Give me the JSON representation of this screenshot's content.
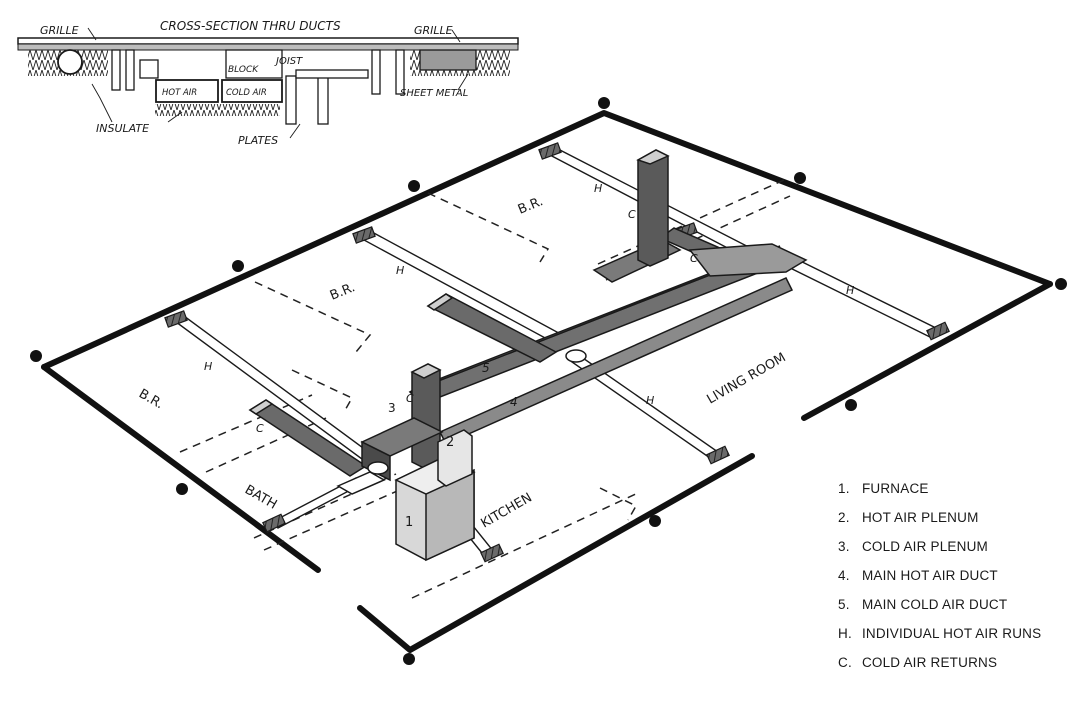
{
  "inset": {
    "title": "CROSS-SECTION THRU DUCTS",
    "grille_left": "GRILLE",
    "grille_right": "GRILLE",
    "block": "BLOCK",
    "joist": "JOIST",
    "hot_air": "HOT AIR",
    "cold_air": "COLD AIR",
    "sheet_metal": "SHEET METAL",
    "insulate": "INSULATE",
    "plates": "PLATES"
  },
  "rooms": {
    "br1": "B.R.",
    "br2": "B.R.",
    "br3": "B.R.",
    "living": "LIVING ROOM",
    "bath": "BATH",
    "kitchen": "KITCHEN"
  },
  "marks": {
    "h": "H",
    "c": "C",
    "n1": "1",
    "n2": "2",
    "n3": "3",
    "n4": "4",
    "n5": "5"
  },
  "legend": [
    {
      "key": "1.",
      "text": "FURNACE"
    },
    {
      "key": "2.",
      "text": "HOT AIR PLENUM"
    },
    {
      "key": "3.",
      "text": "COLD AIR PLENUM"
    },
    {
      "key": "4.",
      "text": "MAIN HOT AIR DUCT"
    },
    {
      "key": "5.",
      "text": "MAIN COLD AIR DUCT"
    },
    {
      "key": "H.",
      "text": "INDIVIDUAL HOT AIR RUNS"
    },
    {
      "key": "C.",
      "text": "COLD AIR RETURNS"
    }
  ],
  "colors": {
    "ink": "#1a1a1a",
    "paper": "#ffffff",
    "shade": "#555555"
  }
}
